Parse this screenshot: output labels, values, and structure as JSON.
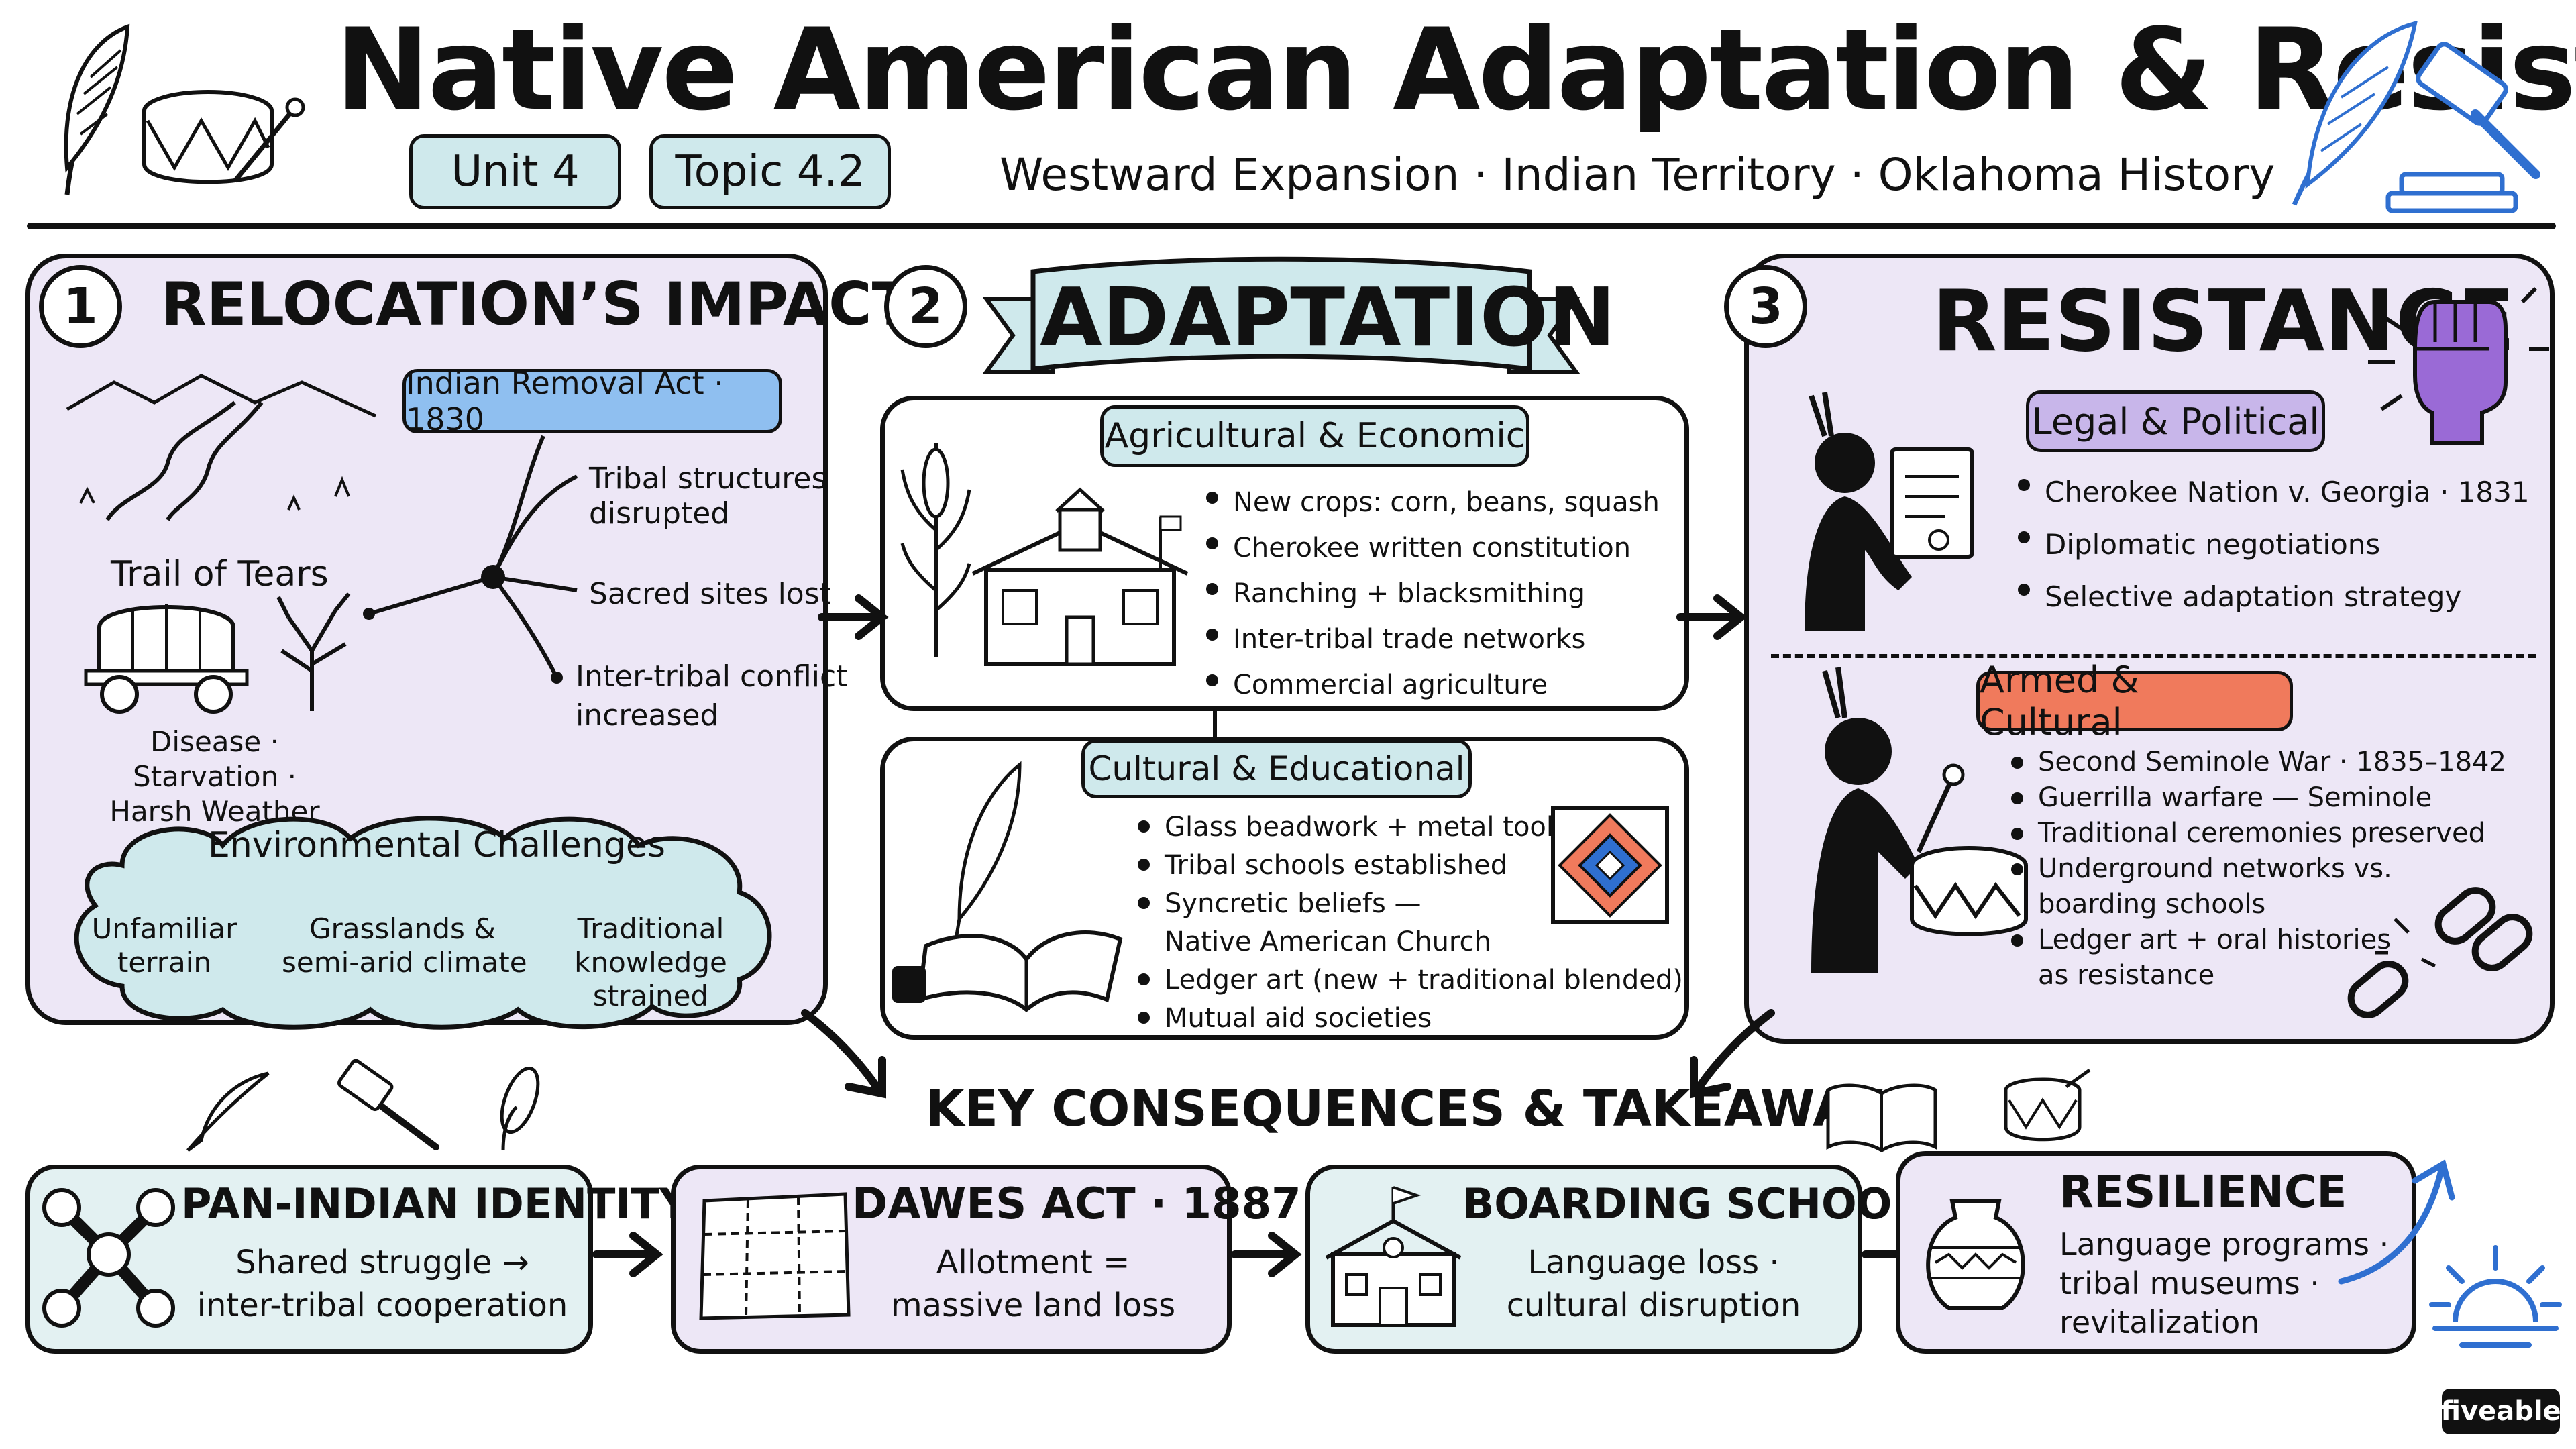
{
  "title": "Native American Adaptation & Resistance",
  "badges": {
    "unit": "Unit 4",
    "topic": "Topic 4.2"
  },
  "subtitle": "Westward Expansion · Indian Territory · Oklahoma History",
  "section1": {
    "number": "1",
    "heading": "RELOCATION’S IMPACT",
    "act": "Indian Removal Act · 1830",
    "trail": "Trail of Tears",
    "effects": [
      "Tribal structures",
      "disrupted",
      "Sacred sites lost",
      "Inter-tribal conflict",
      "increased"
    ],
    "hardships": [
      "Disease · Starvation ·",
      "Harsh Weather"
    ],
    "env_title": "Environmental Challenges",
    "env_items": [
      {
        "l1": "Unfamiliar",
        "l2": "terrain",
        "l3": ""
      },
      {
        "l1": "Grasslands &",
        "l2": "semi-arid climate",
        "l3": ""
      },
      {
        "l1": "Traditional",
        "l2": "knowledge",
        "l3": "strained"
      }
    ]
  },
  "section2": {
    "number": "2",
    "heading": "ADAPTATION",
    "agri_title": "Agricultural & Economic",
    "agri_items": [
      "New crops: corn, beans, squash",
      "Cherokee written constitution",
      "Ranching + blacksmithing",
      "Inter-tribal trade networks",
      "Commercial agriculture"
    ],
    "cult_title": "Cultural & Educational",
    "cult_items": [
      "Glass beadwork + metal tools",
      "Tribal schools established",
      "Syncretic beliefs —",
      "Ledger art (new + traditional blended)",
      "Mutual aid societies"
    ],
    "cult_cont": "Native American Church"
  },
  "section3": {
    "number": "3",
    "heading": "RESISTANCE",
    "legal_title": "Legal & Political",
    "legal_items": [
      "Cherokee Nation v. Georgia · 1831",
      "Diplomatic negotiations",
      "Selective adaptation strategy"
    ],
    "armed_title": "Armed & Cultural",
    "armed_items": [
      "Second Seminole War · 1835–1842",
      "Guerrilla warfare — Seminole",
      "Traditional ceremonies preserved",
      "Underground networks vs.",
      "Ledger art + oral histories"
    ],
    "armed_cont": [
      "boarding schools",
      "as resistance"
    ]
  },
  "key_heading": "KEY CONSEQUENCES & TAKEAWAYS",
  "consequences": [
    {
      "title": "PAN-INDIAN IDENTITY",
      "lines": [
        "Shared struggle →",
        "inter-tribal cooperation"
      ]
    },
    {
      "title": "DAWES ACT · 1887",
      "lines": [
        "Allotment =",
        "massive land loss"
      ]
    },
    {
      "title": "BOARDING SCHOOLS",
      "lines": [
        "Language loss ·",
        "cultural disruption"
      ]
    },
    {
      "title": "RESILIENCE",
      "lines": [
        "Language programs ·",
        "tribal museums ·",
        "revitalization"
      ]
    }
  ],
  "brand": "fiveable",
  "colors": {
    "lavender": "#ede7f6",
    "mint": "#e3f1f2",
    "teal": "#cfe9ec",
    "blue": "#8fbff0",
    "red": "#f07a5c",
    "purple_fist": "#9a6ad6",
    "accent_blue": "#2f6fd0"
  },
  "icons": [
    "feather-icon",
    "drum-icon",
    "gavel-icon",
    "fist-icon",
    "wagon-icon",
    "schoolhouse-icon",
    "corn-icon",
    "quill-book-icon",
    "quilt-icon",
    "document-icon",
    "chain-icon",
    "hands-icon",
    "map-icon",
    "school-icon",
    "pot-icon",
    "sunrise-icon"
  ]
}
